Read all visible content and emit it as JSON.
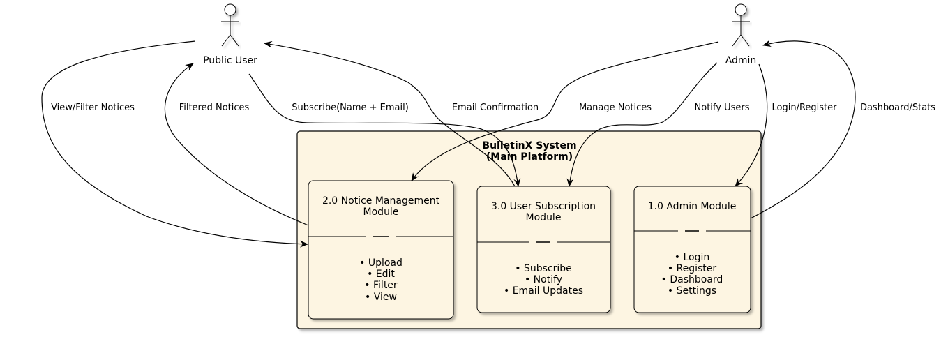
{
  "actors": {
    "public_user": "Public User",
    "admin": "Admin"
  },
  "system": {
    "title_line1": "BulletinX System",
    "title_line2": "(Main Platform)"
  },
  "modules": {
    "notice": {
      "title_line1": "2.0 Notice Management",
      "title_line2": "Module",
      "items": [
        "• Upload",
        "• Edit",
        "• Filter",
        "• View"
      ]
    },
    "subscription": {
      "title_line1": "3.0 User Subscription",
      "title_line2": "Module",
      "items": [
        "• Subscribe",
        "• Notify",
        "• Email Updates"
      ]
    },
    "admin": {
      "title_line1": "1.0 Admin Module",
      "items": [
        "• Login",
        "• Register",
        "• Dashboard",
        "• Settings"
      ]
    }
  },
  "flows": {
    "view_filter": "View/Filter Notices",
    "filtered": "Filtered Notices",
    "subscribe": "Subscribe(Name + Email)",
    "email_confirmation": "Email Confirmation",
    "manage_notices": "Manage Notices",
    "notify_users": "Notify Users",
    "login_register": "Login/Register",
    "dashboard_stats": "Dashboard/Stats"
  },
  "colors": {
    "module_fill": "#fdf5e2",
    "stroke": "#000000",
    "actor_fill": "#ffffff"
  }
}
